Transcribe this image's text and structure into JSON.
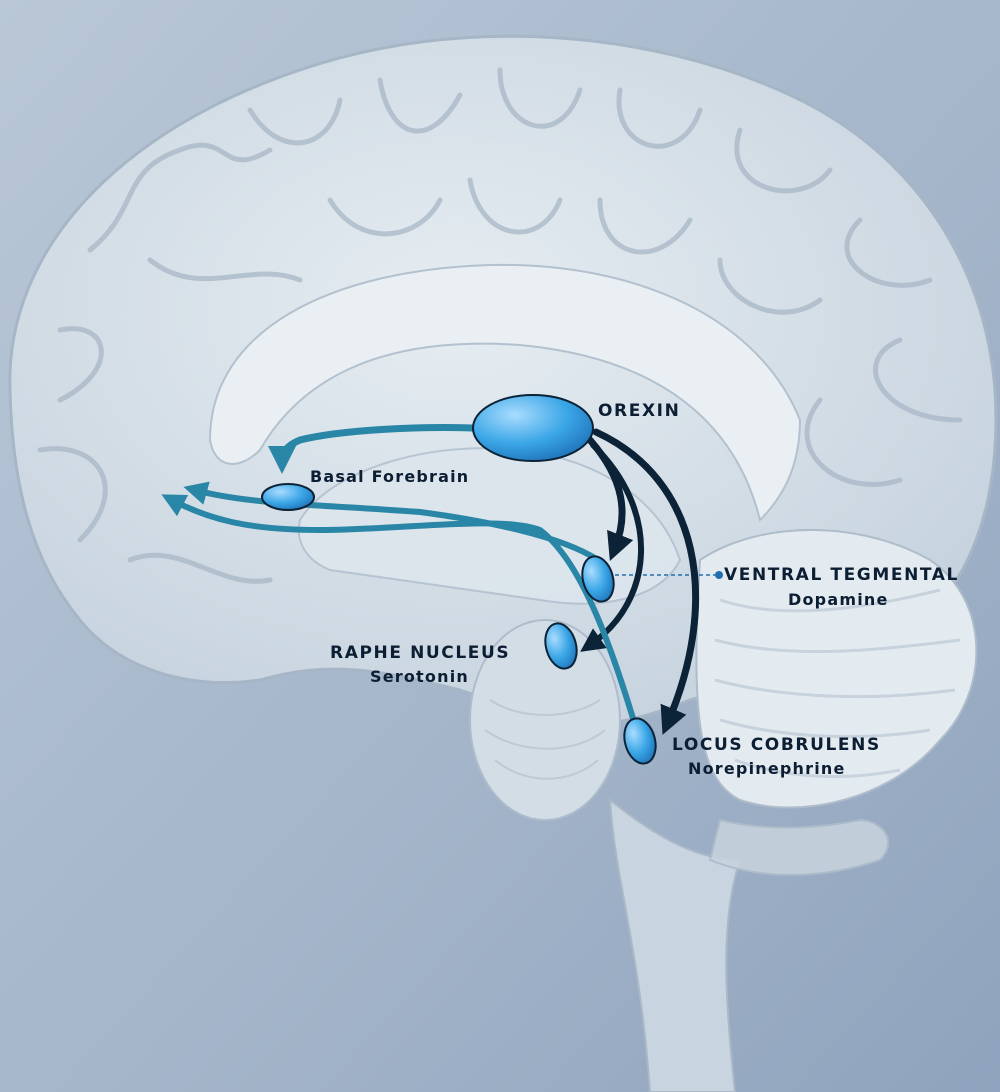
{
  "labels": {
    "orexin": "OREXIN",
    "basal_forebrain": "Basal Forebrain",
    "ventral_tegmental": "VENTRAL TEGMENTAL",
    "dopamine": "Dopamine",
    "raphe_nucleus": "RAPHE NUCLEUS",
    "serotonin": "Serotonin",
    "locus": "LOCUS COBRULENS",
    "norepinephrine": "Norepinephrine"
  },
  "colors": {
    "background": "#9fb0c6",
    "brain": "#d9e2ea",
    "node": "#3aa6e6",
    "arrow_teal": "#2a86a6",
    "arrow_dark": "#0c2236",
    "leader": "#1f6fb0"
  }
}
